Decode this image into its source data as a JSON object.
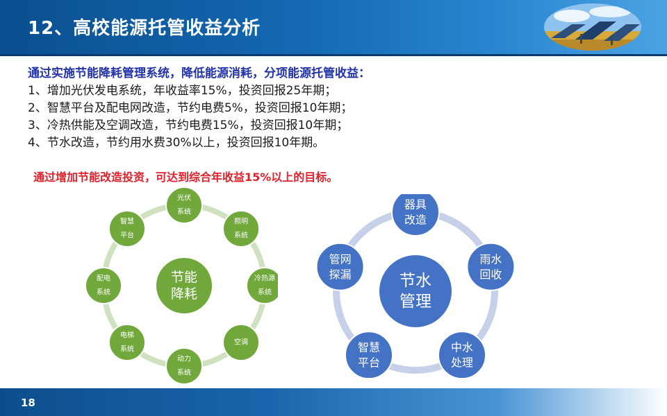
{
  "header": {
    "title": "12、高校能源托管收益分析"
  },
  "intro": {
    "lead": "通过实施节能降耗管理系统，降低能源消耗，分项能源托管收益：",
    "items": [
      "1、增加光伏发电系统，年收益率15%，投资回报25年期；",
      "2、智慧平台及配电网改造，节约电费5%，投资回报10年期；",
      "3、冷热供能及空调改造，节约电费15%，投资回报10年期；",
      "4、节水改造，节约用水费30%以上，投资回报10年期。"
    ]
  },
  "goal": "通过增加节能改造投资，可达到综合年收益15%以上的目标。",
  "diagram_energy": {
    "center": [
      "节能",
      "降耗"
    ],
    "nodes": [
      [
        "光伏",
        "系统"
      ],
      [
        "照明",
        "系统"
      ],
      [
        "冷热源",
        "系统"
      ],
      [
        "空调"
      ],
      [
        "动力",
        "系统"
      ],
      [
        "电梯",
        "系统"
      ],
      [
        "配电",
        "系统"
      ],
      [
        "智慧",
        "平台"
      ]
    ]
  },
  "diagram_water": {
    "center": [
      "节水",
      "管理"
    ],
    "nodes": [
      [
        "器具",
        "改造"
      ],
      [
        "雨水",
        "回收"
      ],
      [
        "中水",
        "处理"
      ],
      [
        "智慧",
        "平台"
      ],
      [
        "管网",
        "探漏"
      ]
    ]
  },
  "footer": {
    "page_number": "18"
  },
  "colors": {
    "green_node": "#70a83b",
    "green_ring": "#cfe1bf",
    "blue_node": "#4472c4",
    "blue_ring": "#c7d0e9",
    "accent_red": "#e0202a",
    "lead_blue": "#2233aa"
  }
}
